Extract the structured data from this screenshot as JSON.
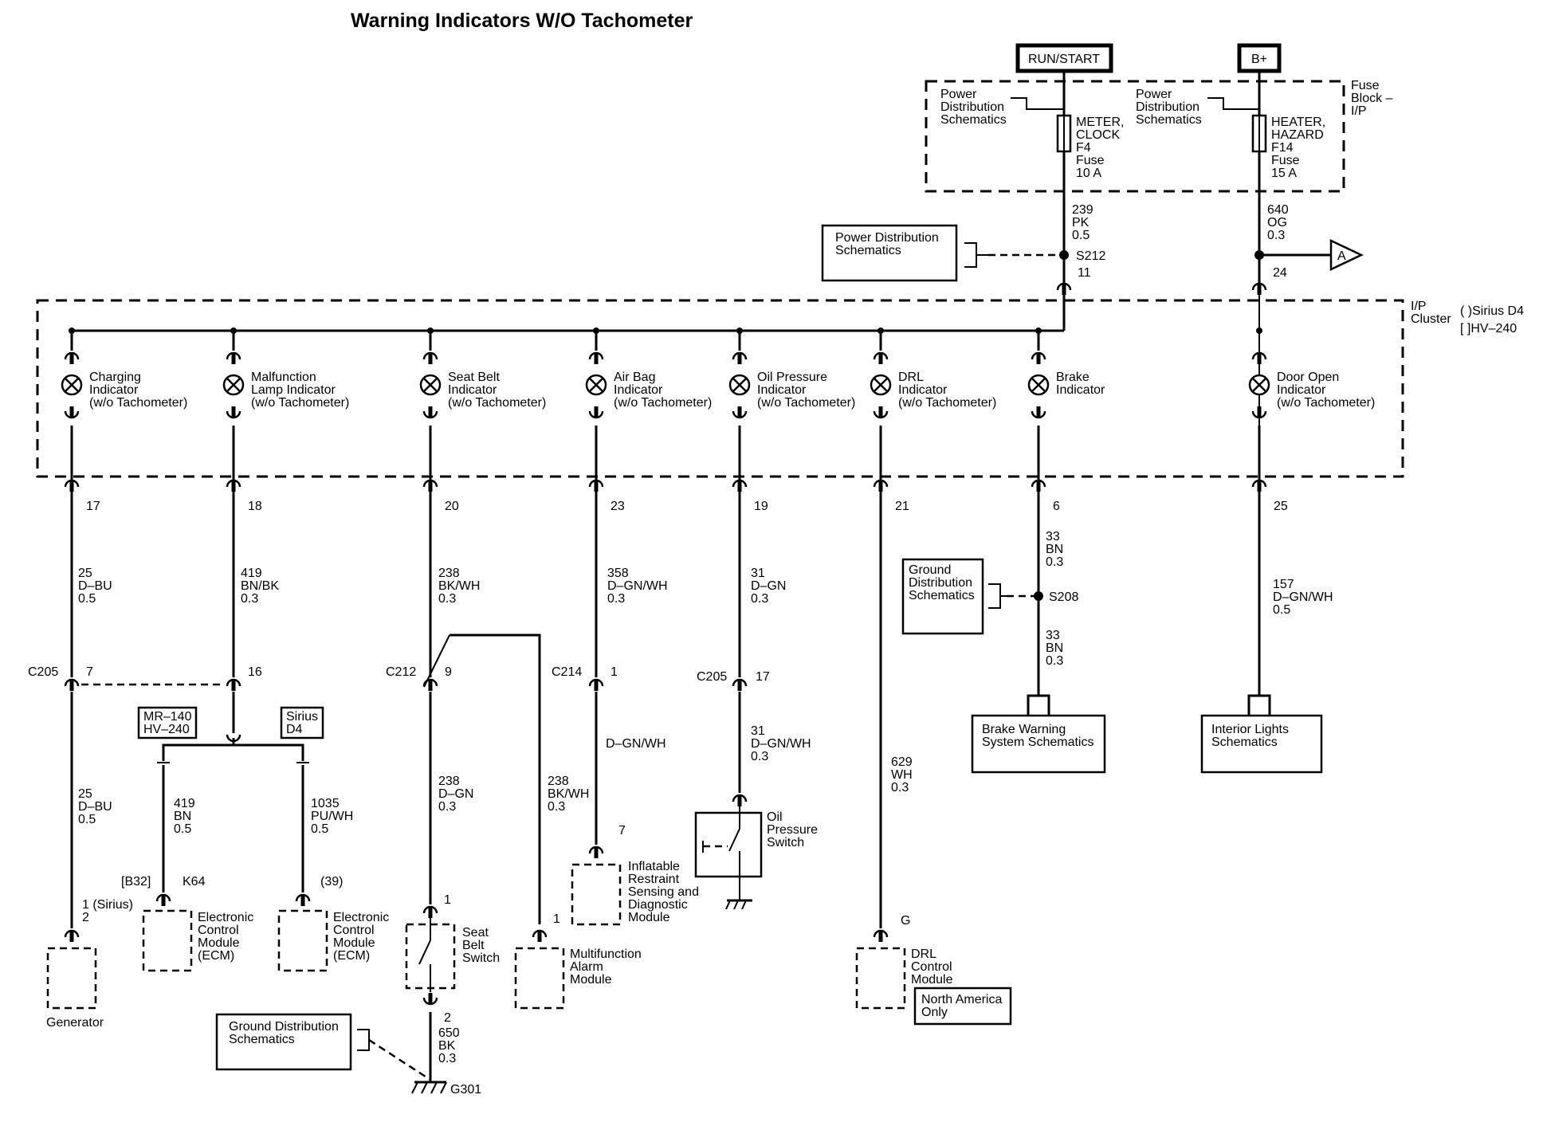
{
  "title": "Warning Indicators W/O Tachometer",
  "power": {
    "run_start": "RUN/START",
    "bplus": "B+"
  },
  "fuse_block": {
    "label": [
      "Fuse",
      "Block –",
      "I/P"
    ],
    "left_ref": [
      "Power",
      "Distribution",
      "Schematics"
    ],
    "right_ref": [
      "Power",
      "Distribution",
      "Schematics"
    ],
    "fuse_f4": [
      "METER,",
      "CLOCK",
      "F4",
      "Fuse",
      "10 A"
    ],
    "fuse_f14": [
      "HEATER,",
      "HAZARD",
      "F14",
      "Fuse",
      "15 A"
    ]
  },
  "wire_239": [
    "239",
    "PK",
    "0.5"
  ],
  "wire_640": [
    "640",
    "OG",
    "0.3"
  ],
  "splice_s212": "S212",
  "pwr_dist_ref": [
    "Power Distribution",
    "Schematics"
  ],
  "pin_11": "11",
  "pin_24": "24",
  "offpage_a": "A",
  "cluster": {
    "label": [
      "I/P",
      "Cluster"
    ],
    "legend": [
      "( )Sirius D4",
      "[ ]HV–240"
    ],
    "indicators": [
      {
        "lines": [
          "Charging",
          "Indicator",
          "(w/o Tachometer)"
        ],
        "pin": "17"
      },
      {
        "lines": [
          "Malfunction",
          "Lamp Indicator",
          "(w/o Tachometer)"
        ],
        "pin": "18"
      },
      {
        "lines": [
          "Seat Belt",
          "Indicator",
          "(w/o Tachometer)"
        ],
        "pin": "20"
      },
      {
        "lines": [
          "Air Bag",
          "Indicator",
          "(w/o Tachometer)"
        ],
        "pin": "23"
      },
      {
        "lines": [
          "Oil Pressure",
          "Indicator",
          "(w/o Tachometer)"
        ],
        "pin": "19"
      },
      {
        "lines": [
          "DRL",
          "Indicator",
          "(w/o Tachometer)"
        ],
        "pin": "21"
      },
      {
        "lines": [
          "Brake",
          "Indicator"
        ],
        "pin": "6"
      },
      {
        "lines": [
          "Door Open",
          "Indicator",
          "(w/o Tachometer)"
        ],
        "pin": "25"
      }
    ]
  },
  "wires": {
    "w25_top": [
      "25",
      "D–BU",
      "0.5"
    ],
    "w419_top": [
      "419",
      "BN/BK",
      "0.3"
    ],
    "w238_top": [
      "238",
      "BK/WH",
      "0.3"
    ],
    "w358": [
      "358",
      "D–GN/WH",
      "0.3"
    ],
    "w31_top": [
      "31",
      "D–GN",
      "0.3"
    ],
    "w33_top": [
      "33",
      "BN",
      "0.3"
    ],
    "w33_bot": [
      "33",
      "BN",
      "0.3"
    ],
    "w157": [
      "157",
      "D–GN/WH",
      "0.5"
    ],
    "w25_bot": [
      "25",
      "D–BU",
      "0.5"
    ],
    "w419_bot": [
      "419",
      "BN",
      "0.5"
    ],
    "w1035": [
      "1035",
      "PU/WH",
      "0.5"
    ],
    "w238_dgn": [
      "238",
      "D–GN",
      "0.3"
    ],
    "w238_bkwh": [
      "238",
      "BK/WH",
      "0.3"
    ],
    "w_dgnwh": [
      "D–GN/WH"
    ],
    "w31_bot": [
      "31",
      "D–GN/WH",
      "0.3"
    ],
    "w629": [
      "629",
      "WH",
      "0.3"
    ],
    "w650": [
      "650",
      "BK",
      "0.3"
    ]
  },
  "connectors": {
    "c205_a": "C205",
    "c205_a_pin": "7",
    "pin_16": "16",
    "c212": "C212",
    "c212_pin": "9",
    "c214": "C214",
    "c214_pin": "1",
    "c205_b": "C205",
    "c205_b_pin": "17"
  },
  "options": {
    "mr140": [
      "MR–140",
      "HV–240"
    ],
    "sirius": [
      "Sirius",
      "D4"
    ]
  },
  "splice_s208": "S208",
  "gnd_dist_ref": [
    "Ground",
    "Distribution",
    "Schematics"
  ],
  "brake_warning": [
    "Brake Warning",
    "System Schematics"
  ],
  "interior_lights": [
    "Interior Lights",
    "Schematics"
  ],
  "components": {
    "generator": "Generator",
    "gen_pins": [
      "1 (Sirius)",
      "2"
    ],
    "ecm_a": [
      "Electronic",
      "Control",
      "Module",
      "(ECM)"
    ],
    "ecm_a_pins": [
      "[B32]",
      "K64"
    ],
    "ecm_b": [
      "Electronic",
      "Control",
      "Module",
      "(ECM)"
    ],
    "ecm_b_pin": "(39)",
    "seat_belt_switch": [
      "Seat",
      "Belt",
      "Switch"
    ],
    "sbs_pin_top": "1",
    "sbs_pin_bot": "2",
    "multifunction": [
      "Multifunction",
      "Alarm",
      "Module"
    ],
    "mf_pin": "1",
    "airbag_module": [
      "Inflatable",
      "Restraint",
      "Sensing and",
      "Diagnostic",
      "Module"
    ],
    "airbag_pin": "7",
    "oil_switch": [
      "Oil",
      "Pressure",
      "Switch"
    ],
    "drl_module": [
      "DRL",
      "Control",
      "Module"
    ],
    "drl_pin": "G",
    "north_america": [
      "North America",
      "Only"
    ]
  },
  "ground_ref": [
    "Ground Distribution",
    "Schematics"
  ],
  "ground_g301": "G301"
}
